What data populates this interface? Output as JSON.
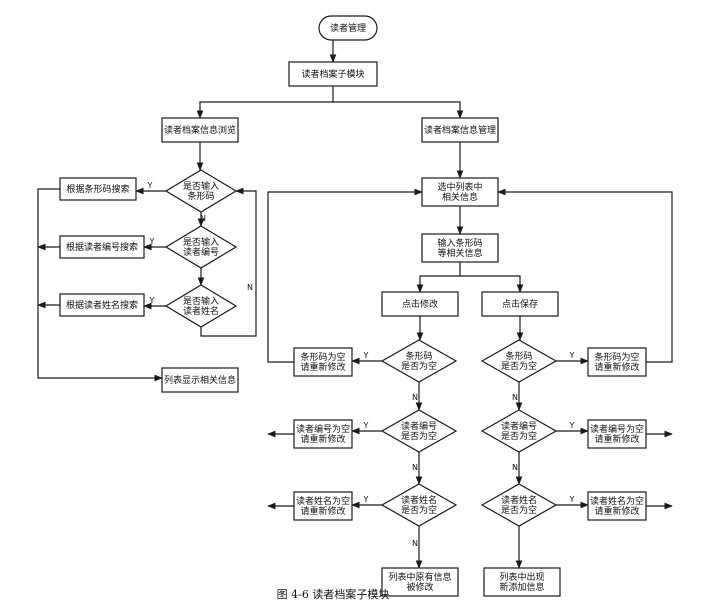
{
  "diagram": {
    "caption": "图 4-6 读者档案子模块",
    "nodes": [
      {
        "id": "start",
        "kind": "terminal",
        "lines": [
          "读者管理"
        ]
      },
      {
        "id": "module",
        "kind": "box",
        "lines": [
          "读者档案子模块"
        ]
      },
      {
        "id": "browse",
        "kind": "box",
        "lines": [
          "读者档案信息浏览"
        ]
      },
      {
        "id": "manage",
        "kind": "box",
        "lines": [
          "读者档案信息管理"
        ]
      },
      {
        "id": "d_barcode",
        "kind": "diamond",
        "lines": [
          "是否输入",
          "条形码"
        ]
      },
      {
        "id": "d_number",
        "kind": "diamond",
        "lines": [
          "是否输入",
          "读者编号"
        ]
      },
      {
        "id": "d_name",
        "kind": "diamond",
        "lines": [
          "是否输入",
          "读者姓名"
        ]
      },
      {
        "id": "s_barcode",
        "kind": "box",
        "lines": [
          "根据条形码搜索"
        ]
      },
      {
        "id": "s_number",
        "kind": "box",
        "lines": [
          "根据读者编号搜索"
        ]
      },
      {
        "id": "s_name",
        "kind": "box",
        "lines": [
          "根据读者姓名搜索"
        ]
      },
      {
        "id": "list_show",
        "kind": "box",
        "lines": [
          "列表显示相关信息"
        ]
      },
      {
        "id": "select",
        "kind": "box",
        "lines": [
          "选中列表中",
          "相关信息"
        ]
      },
      {
        "id": "input",
        "kind": "box",
        "lines": [
          "输入条形码",
          "等相关信息"
        ]
      },
      {
        "id": "modify",
        "kind": "box",
        "lines": [
          "点击修改"
        ]
      },
      {
        "id": "save",
        "kind": "box",
        "lines": [
          "点击保存"
        ]
      },
      {
        "id": "m_d_barcode",
        "kind": "diamond",
        "lines": [
          "条形码",
          "是否为空"
        ]
      },
      {
        "id": "m_d_number",
        "kind": "diamond",
        "lines": [
          "读者编号",
          "是否为空"
        ]
      },
      {
        "id": "m_d_name",
        "kind": "diamond",
        "lines": [
          "读者姓名",
          "是否为空"
        ]
      },
      {
        "id": "m_e_barcode",
        "kind": "box",
        "lines": [
          "条形码为空",
          "请重新修改"
        ]
      },
      {
        "id": "m_e_number",
        "kind": "box",
        "lines": [
          "读者编号为空",
          "请重新修改"
        ]
      },
      {
        "id": "m_e_name",
        "kind": "box",
        "lines": [
          "读者姓名为空",
          "请重新修改"
        ]
      },
      {
        "id": "m_result",
        "kind": "box",
        "lines": [
          "列表中原有信息",
          "被修改"
        ]
      },
      {
        "id": "s_d_barcode",
        "kind": "diamond",
        "lines": [
          "条形码",
          "是否为空"
        ]
      },
      {
        "id": "s_d_number",
        "kind": "diamond",
        "lines": [
          "读者编号",
          "是否为空"
        ]
      },
      {
        "id": "s_d_name",
        "kind": "diamond",
        "lines": [
          "读者姓名",
          "是否为空"
        ]
      },
      {
        "id": "s_e_barcode",
        "kind": "box",
        "lines": [
          "条形码为空",
          "请重新修改"
        ]
      },
      {
        "id": "s_e_number",
        "kind": "box",
        "lines": [
          "读者编号为空",
          "请重新修改"
        ]
      },
      {
        "id": "s_e_name",
        "kind": "box",
        "lines": [
          "读者姓名为空",
          "请重新修改"
        ]
      },
      {
        "id": "s_result",
        "kind": "box",
        "lines": [
          "列表中出现",
          "新添加信息"
        ]
      }
    ],
    "edges": [
      {
        "from": "start",
        "to": "module",
        "label": ""
      },
      {
        "from": "module",
        "to": "browse",
        "label": ""
      },
      {
        "from": "module",
        "to": "manage",
        "label": ""
      },
      {
        "from": "browse",
        "to": "d_barcode",
        "label": ""
      },
      {
        "from": "d_barcode",
        "to": "s_barcode",
        "label": "Y"
      },
      {
        "from": "d_barcode",
        "to": "d_number",
        "label": "N"
      },
      {
        "from": "d_number",
        "to": "s_number",
        "label": "Y"
      },
      {
        "from": "d_number",
        "to": "d_name",
        "label": ""
      },
      {
        "from": "d_name",
        "to": "s_name",
        "label": "Y"
      },
      {
        "from": "d_name",
        "to": "d_barcode",
        "label": "N"
      },
      {
        "from": "s_barcode",
        "to": "list_show",
        "label": ""
      },
      {
        "from": "s_number",
        "to": "list_show",
        "label": ""
      },
      {
        "from": "s_name",
        "to": "list_show",
        "label": ""
      },
      {
        "from": "manage",
        "to": "select",
        "label": ""
      },
      {
        "from": "select",
        "to": "input",
        "label": ""
      },
      {
        "from": "input",
        "to": "modify",
        "label": ""
      },
      {
        "from": "input",
        "to": "save",
        "label": ""
      },
      {
        "from": "modify",
        "to": "m_d_barcode",
        "label": ""
      },
      {
        "from": "m_d_barcode",
        "to": "m_e_barcode",
        "label": "Y"
      },
      {
        "from": "m_d_barcode",
        "to": "m_d_number",
        "label": "N"
      },
      {
        "from": "m_d_number",
        "to": "m_e_number",
        "label": "Y"
      },
      {
        "from": "m_d_number",
        "to": "m_d_name",
        "label": "N"
      },
      {
        "from": "m_d_name",
        "to": "m_e_name",
        "label": "Y"
      },
      {
        "from": "m_d_name",
        "to": "m_result",
        "label": "N"
      },
      {
        "from": "m_e_barcode",
        "to": "select",
        "label": ""
      },
      {
        "from": "m_e_number",
        "to": "select",
        "label": ""
      },
      {
        "from": "m_e_name",
        "to": "select",
        "label": ""
      },
      {
        "from": "save",
        "to": "s_d_barcode",
        "label": ""
      },
      {
        "from": "s_d_barcode",
        "to": "s_e_barcode",
        "label": "Y"
      },
      {
        "from": "s_d_barcode",
        "to": "s_d_number",
        "label": "N"
      },
      {
        "from": "s_d_number",
        "to": "s_e_number",
        "label": "Y"
      },
      {
        "from": "s_d_number",
        "to": "s_d_name",
        "label": "N"
      },
      {
        "from": "s_d_name",
        "to": "s_e_name",
        "label": "Y"
      },
      {
        "from": "s_d_name",
        "to": "s_result",
        "label": "N"
      },
      {
        "from": "s_e_barcode",
        "to": "select",
        "label": ""
      },
      {
        "from": "s_e_number",
        "to": "select",
        "label": ""
      },
      {
        "from": "s_e_name",
        "to": "select",
        "label": ""
      }
    ]
  }
}
